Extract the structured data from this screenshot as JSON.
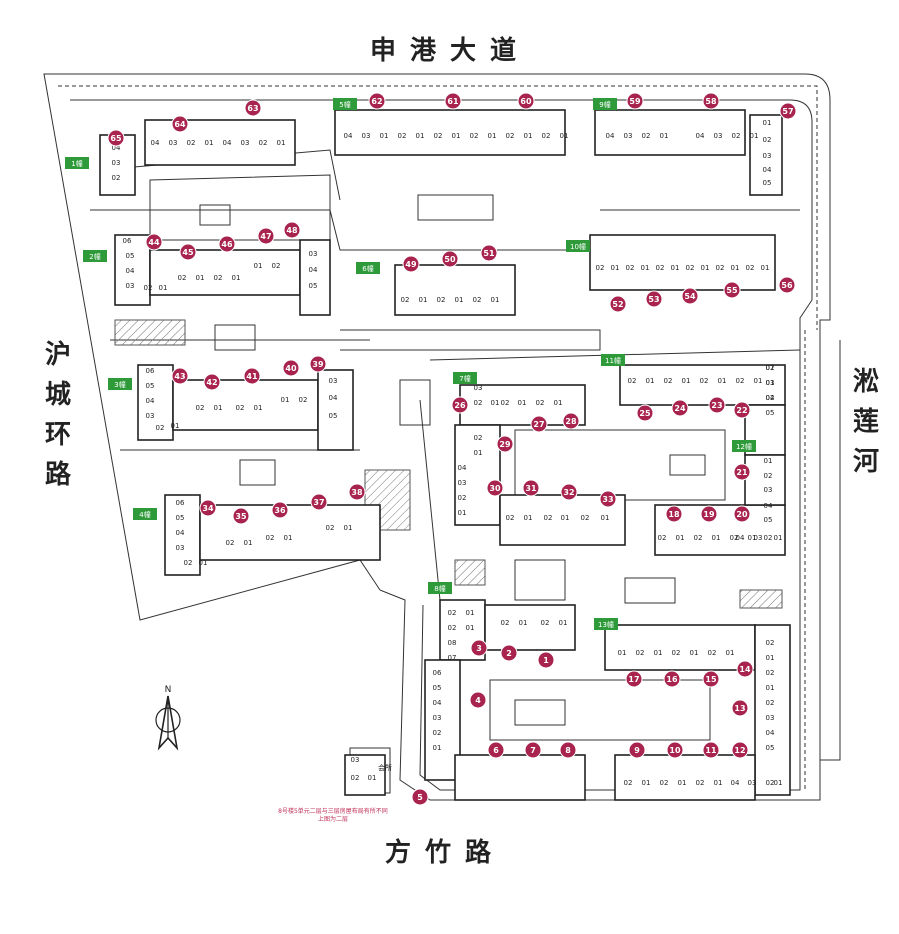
{
  "roads": {
    "north": "申港大道",
    "south": "方竹路",
    "west": "沪城环路",
    "east": "淞莲河"
  },
  "compass": "N",
  "colors": {
    "marker": "#a8244e",
    "tag": "#2e9a3a",
    "line": "#333333",
    "hatch": "#777777"
  },
  "buildings": [
    {
      "id": "b1",
      "label": "1幢",
      "units": [
        "04",
        "03",
        "02"
      ],
      "markers": [
        "65"
      ]
    },
    {
      "id": "b1b",
      "label": "",
      "units": [
        "04",
        "03",
        "02",
        "01",
        "04",
        "03",
        "02",
        "01"
      ],
      "markers": [
        "64",
        "63"
      ]
    },
    {
      "id": "b2",
      "label": "2幢",
      "units": [
        "06",
        "05",
        "04",
        "03",
        "02",
        "01",
        "02",
        "01",
        "02",
        "01",
        "01",
        "02",
        "03",
        "04",
        "05"
      ],
      "markers": [
        "44",
        "45",
        "46",
        "47",
        "48"
      ]
    },
    {
      "id": "b3",
      "label": "3幢",
      "units": [
        "06",
        "05",
        "04",
        "03",
        "02",
        "01",
        "02",
        "01",
        "02",
        "01",
        "01",
        "02",
        "03",
        "04",
        "05"
      ],
      "markers": [
        "43",
        "42",
        "41",
        "40",
        "39"
      ]
    },
    {
      "id": "b4",
      "label": "4幢",
      "units": [
        "06",
        "05",
        "04",
        "03",
        "02",
        "01",
        "02",
        "01",
        "02",
        "01",
        "02",
        "01"
      ],
      "markers": [
        "34",
        "35",
        "36",
        "37",
        "38"
      ]
    },
    {
      "id": "b5",
      "label": "5幢",
      "units": [
        "04",
        "03",
        "01",
        "02",
        "01",
        "02",
        "01",
        "02",
        "01",
        "02",
        "01",
        "02",
        "01"
      ],
      "markers": [
        "62",
        "61",
        "60"
      ]
    },
    {
      "id": "b6",
      "label": "6幢",
      "units": [
        "02",
        "01",
        "02",
        "01",
        "02",
        "01"
      ],
      "markers": [
        "49",
        "50",
        "51"
      ]
    },
    {
      "id": "b7",
      "label": "7幢",
      "units": [
        "02",
        "01",
        "03",
        "02",
        "01",
        "02",
        "01",
        "02",
        "01",
        "04",
        "03",
        "02",
        "01",
        "02",
        "01",
        "02",
        "01",
        "02",
        "01"
      ],
      "markers": [
        "26",
        "27",
        "28",
        "29",
        "30",
        "31",
        "32",
        "33"
      ]
    },
    {
      "id": "b8",
      "label": "8幢",
      "units": [
        "02",
        "01",
        "02",
        "01",
        "02",
        "01",
        "02",
        "01",
        "08",
        "07",
        "06",
        "05",
        "04",
        "03",
        "02",
        "01"
      ],
      "markers": [
        "3",
        "2",
        "1",
        "4",
        "5",
        "6",
        "7",
        "8"
      ]
    },
    {
      "id": "b9",
      "label": "9幢",
      "units": [
        "04",
        "03",
        "02",
        "01",
        "04",
        "03",
        "02",
        "01",
        "01",
        "02",
        "03",
        "04",
        "05"
      ],
      "markers": [
        "59",
        "58",
        "57"
      ]
    },
    {
      "id": "b10",
      "label": "10幢",
      "units": [
        "02",
        "01",
        "02",
        "01",
        "02",
        "01",
        "02",
        "01",
        "02",
        "01",
        "02",
        "01"
      ],
      "markers": [
        "52",
        "53",
        "54",
        "55",
        "56"
      ]
    },
    {
      "id": "b11",
      "label": "11幢",
      "units": [
        "02",
        "01",
        "02",
        "01",
        "02",
        "01",
        "02",
        "01",
        "02",
        "01",
        "02",
        "01",
        "03",
        "04",
        "05"
      ],
      "markers": [
        "25",
        "24",
        "23",
        "22"
      ]
    },
    {
      "id": "b12",
      "label": "12幢",
      "units": [
        "01",
        "02",
        "03",
        "04",
        "05",
        "02",
        "01",
        "02",
        "01",
        "02",
        "01",
        "04",
        "03",
        "02",
        "01"
      ],
      "markers": [
        "21",
        "20",
        "19",
        "18"
      ]
    },
    {
      "id": "b13",
      "label": "13幢",
      "units": [
        "01",
        "02",
        "01",
        "02",
        "01",
        "02",
        "01",
        "02",
        "01",
        "02",
        "01",
        "02",
        "03",
        "04",
        "05",
        "02",
        "01",
        "02",
        "01",
        "02",
        "01",
        "04",
        "03",
        "02",
        "01"
      ],
      "markers": [
        "17",
        "16",
        "15",
        "14",
        "13",
        "12",
        "11",
        "10",
        "9"
      ]
    },
    {
      "id": "b14",
      "label": "",
      "units": [
        "03",
        "02",
        "01",
        "会所"
      ],
      "markers": []
    }
  ],
  "note": [
    "8号楼5单元二层与三层房屋布局有所不同",
    "上图为二层"
  ]
}
